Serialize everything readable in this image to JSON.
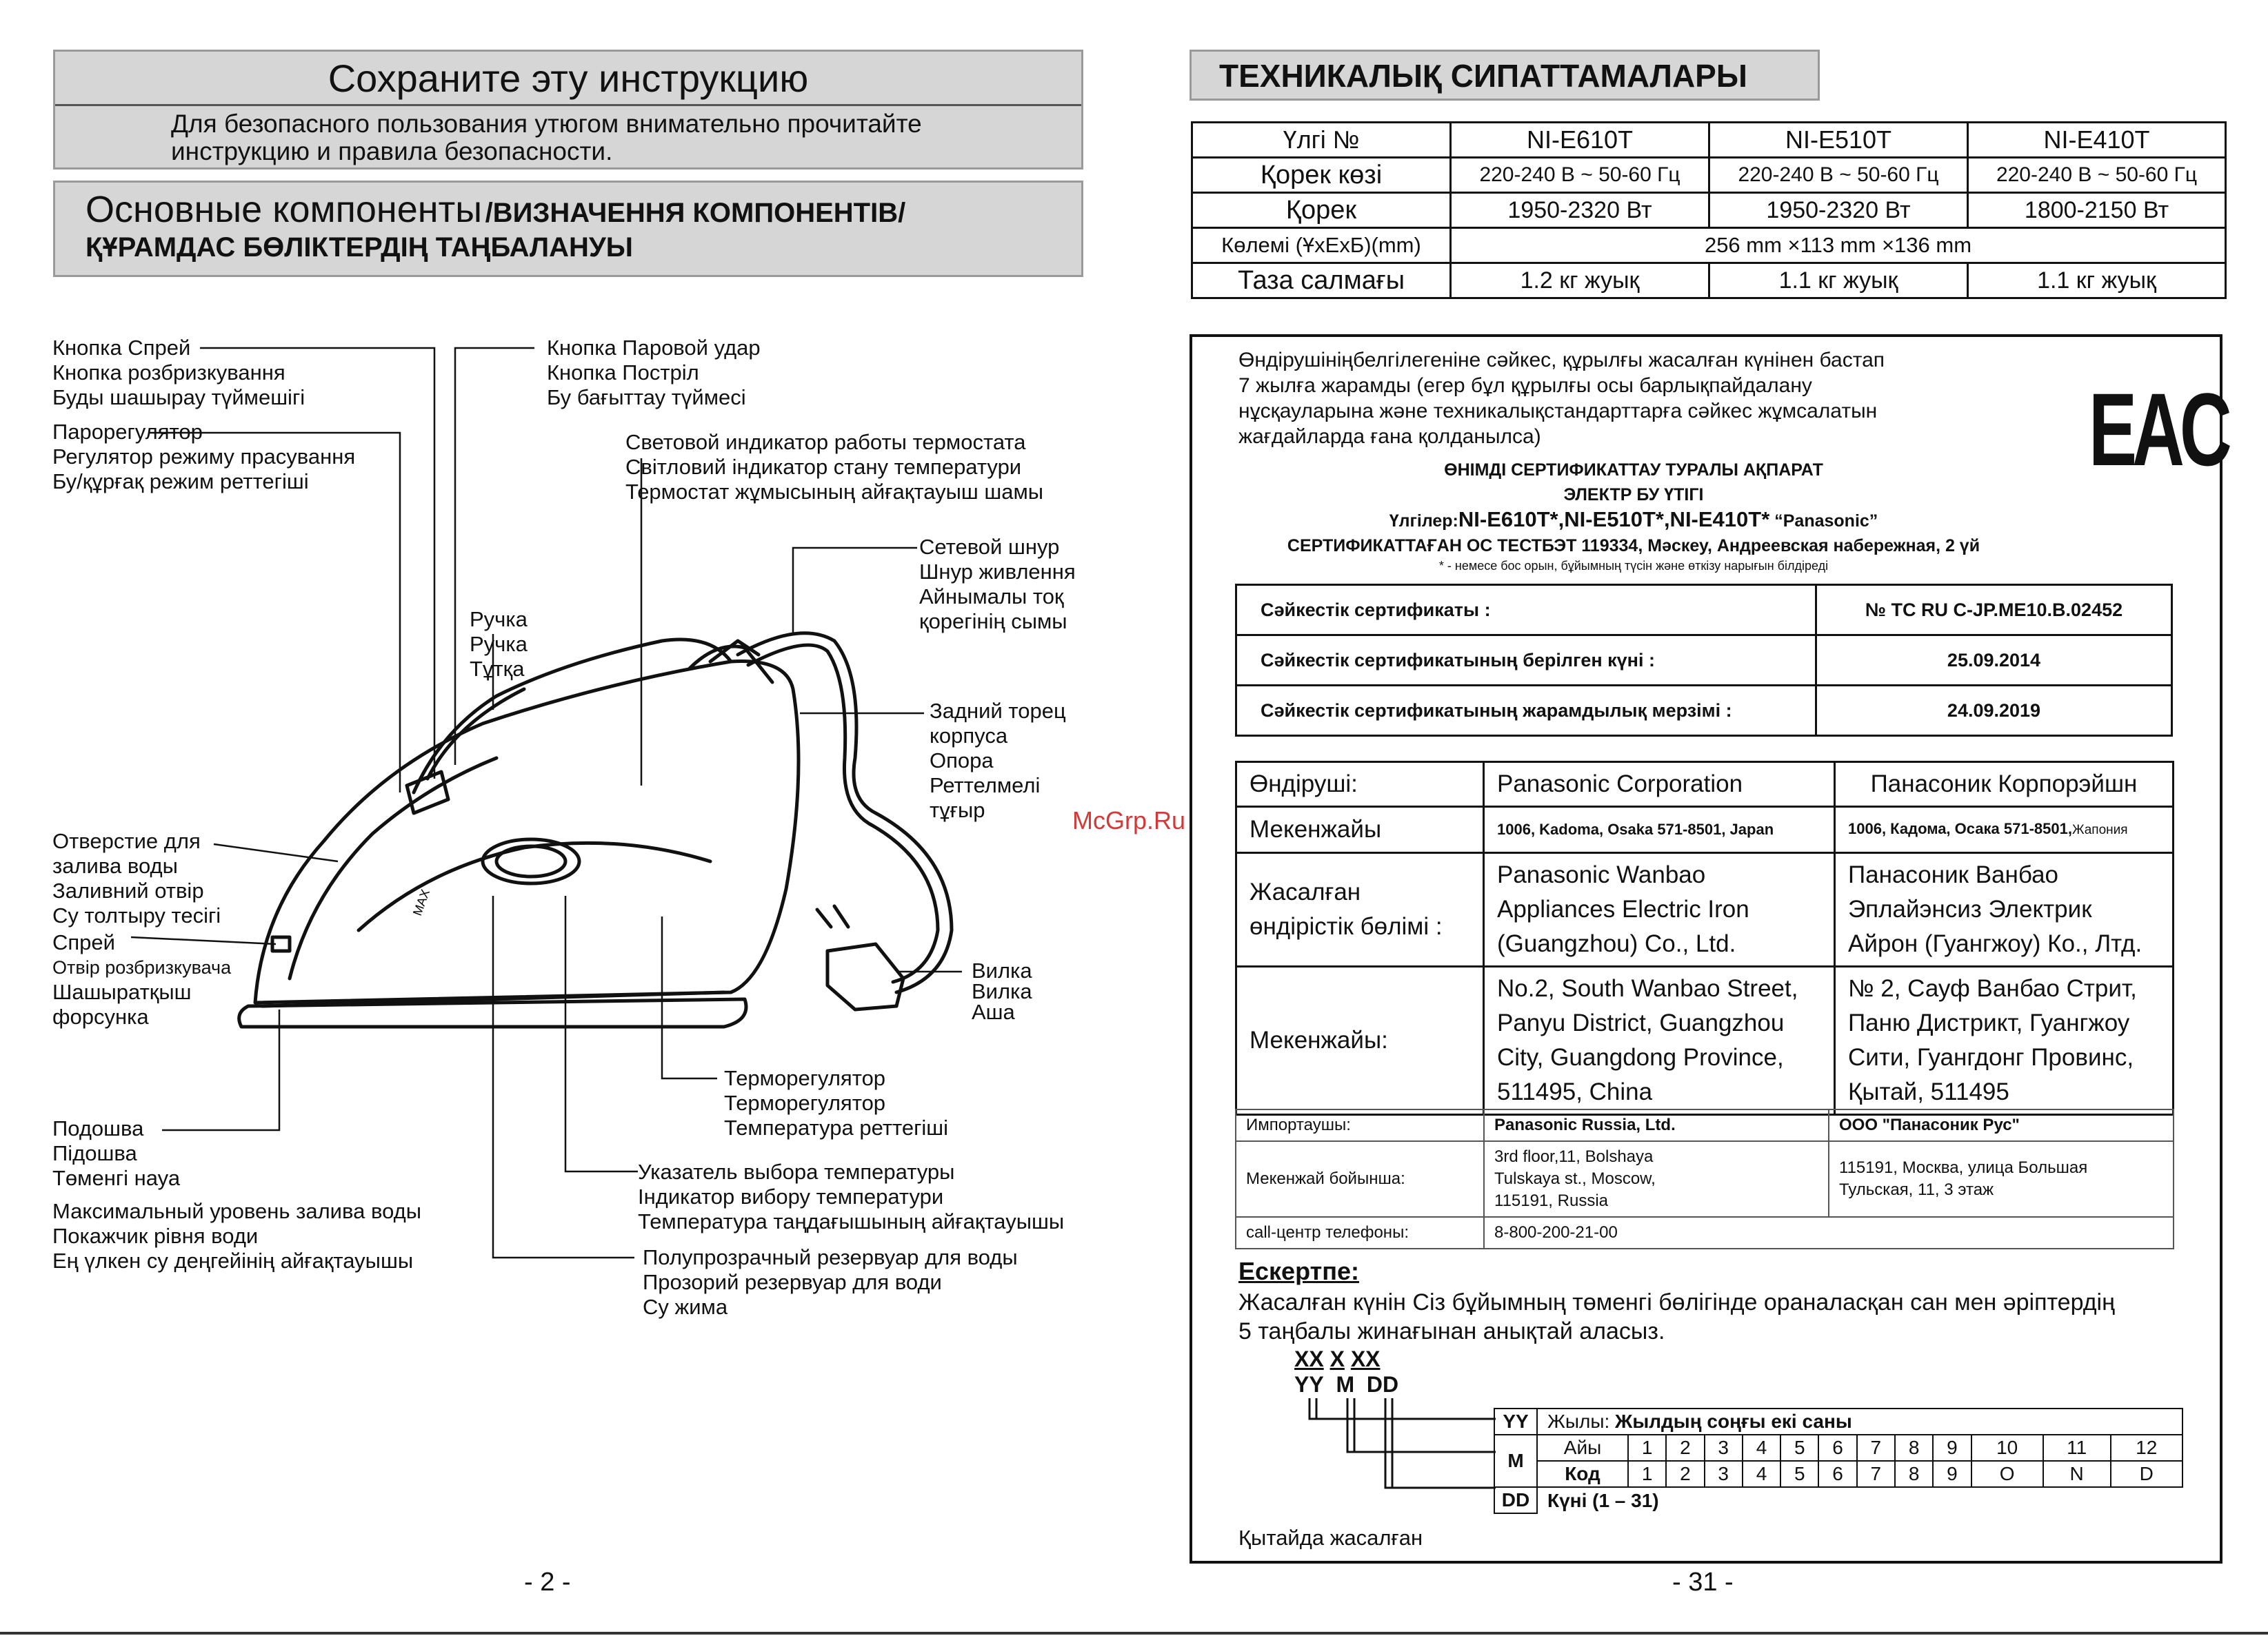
{
  "left": {
    "header_title": "Сохраните эту инструкцию",
    "header_text": [
      "Для безопасного пользования утюгом внимательно прочитайте",
      "инструкцию и правила безопасности."
    ],
    "section_title_a": "Основные компоненты",
    "section_title_b": "/ВИЗНАЧЕННЯ КОМПОНЕНТІВ/",
    "section_title_c": "ҚҰРАМДАС БӨЛІКТЕРДІҢ ТАҢБАЛАНУЫ",
    "labels": {
      "spray_button": [
        "Кнопка Спрей",
        "Кнопка розбризкування",
        "Буды шашырау түймешігі"
      ],
      "steam_regulator": [
        "Парорегулятор",
        "Регулятор режиму прасування",
        "Бу/құрғақ режим реттегіші"
      ],
      "burst_button": [
        "Кнопка Паровой удар",
        "Кнопка Постріл",
        "Бу бағыттау түймесі"
      ],
      "thermostat_light": [
        "Световой индикатор работы термостата",
        "Світловий індикатор стану температури",
        "Термостат жұмысының айғақтауыш шамы"
      ],
      "cord": [
        "Сетевой шнур",
        "Шнур живлення",
        "Айнымалы тоқ",
        "қорегінің сымы"
      ],
      "handle": [
        "Ручка",
        "Ручка",
        "Тұтқа"
      ],
      "heel_rest": [
        "Задний торец",
        "корпуса",
        "Опора",
        "Реттелмелі",
        "тұғыр"
      ],
      "fill_hole": [
        "Отверстие для",
        "залива воды",
        "Заливний отвір",
        "Су толтыру тесігі"
      ],
      "spray_nozzle": [
        "Спрей",
        "Отвір розбризкувача",
        "Шашыратқыш",
        "форсунка"
      ],
      "plug": [
        "Вилка",
        "Вилка",
        "Аша"
      ],
      "temp_dial": [
        "Терморегулятор",
        "Терморегулятор",
        "Температура реттегіші"
      ],
      "soleplate": [
        "Подошва",
        "Підошва",
        "Төменгі науа"
      ],
      "temp_indicator": [
        "Указатель выбора температуры",
        "Індикатор вибору температури",
        "Температура таңдағышының айғақтауышы"
      ],
      "max_level": [
        "Максимальный уровень залива воды",
        "Покажчик рівня води",
        "Ең үлкен су деңгейінің айғақтауышы"
      ],
      "tank": [
        "Полупрозрачный резервуар для воды",
        "Прозорий резервуар для води",
        "Су жима"
      ]
    },
    "dial_mark": "MAX",
    "page_number": "- 2 -"
  },
  "right": {
    "title": "ТЕХНИКАЛЫҚ СИПАТТАМАЛАРЫ",
    "spec_table": {
      "header": [
        "Үлгі №",
        "NI-E610T",
        "NI-E510T",
        "NI-E410T"
      ],
      "rows": [
        [
          "Қорек көзі",
          "220-240 В ~   50-60 Гц",
          "220-240 В ~   50-60 Гц",
          "220-240 В ~   50-60 Гц"
        ],
        [
          "Қорек",
          "1950-2320 Вт",
          "1950-2320 Вт",
          "1800-2150 Вт"
        ]
      ],
      "size_label": "Көлемі (ҰxЕxБ)(mm)",
      "size_value": "256 mm ×113 mm ×136 mm",
      "weight_row": [
        "Таза салмағы",
        "1.2 кг жуық",
        "1.1 кг жуық",
        "1.1 кг жуық"
      ]
    },
    "warranty_text": [
      "Өндірушініңбелгілегеніне сәйкес, құрылғы жасалған күнінен бастап",
      "7 жылға жарамды (егер бұл құрылғы осы барлықпайдалану",
      "нұсқауларына және техникалықстандарттарға сәйкес жұмсалатын",
      "жағдайларда ғана қолданылса)"
    ],
    "eac_logo": "EAC",
    "cert_heading": [
      "ӨНІМДІ СЕРТИФИКАТТАУ ТУРАЛЫ АҚПАРАТ",
      "ЭЛЕКТР БУ ҮТІГІ"
    ],
    "models_line_a": "Үлгілер:",
    "models_line_b": "NI-E610T*,NI-E510T*,NI-E410T*",
    "models_line_c": "“Panasonic”",
    "cert_org": "СЕРТИФИКАТТАҒАН ОС ТЕСТБЭТ 119334, Мәскеу, Андреевская набережная, 2 үй",
    "footnote": "* - немесе бос орын, бұйымның түсін және өткізу нарығын білдіреді",
    "cert_table": [
      [
        "Сәйкестік сертификаты :",
        "№ ТС RU C-JP.ME10.B.02452"
      ],
      [
        "Сәйкестік сертификатының берілген күні :",
        "25.09.2014"
      ],
      [
        "Сәйкестік сертификатының жарамдылық мерзімі :",
        "24.09.2019"
      ]
    ],
    "mfg_table": {
      "r1": [
        "Өндіруші:",
        "Panasonic Corporation",
        "Панасоник Корпорэйшн"
      ],
      "r2": [
        "Мекенжайы",
        "1006, Kadoma, Osaka 571-8501, Japan",
        "1006, Кадома, Осака 571-8501,",
        "Жапония"
      ],
      "r3_label": [
        "Жасалған",
        "өндірістік бөлімі :"
      ],
      "r3_en": [
        "Panasonic Wanbao",
        "Appliances Electric Iron",
        "(Guangzhou) Co., Ltd."
      ],
      "r3_ru": [
        "Панасоник Ванбао",
        "Эплайэнсиз Электрик",
        "Айрон (Гуангжоу) Ко., Лтд."
      ],
      "r4_label": "Мекенжайы:",
      "r4_en": [
        "No.2, South Wanbao Street,",
        "Panyu District, Guangzhou",
        "City, Guangdong Province,",
        "511495, China"
      ],
      "r4_ru": [
        "№ 2, Сауф Ванбао Стрит,",
        "Паню Дистрикт, Гуангжоу",
        "Сити, Гуангдонг Провинс,",
        "Қытай, 511495"
      ]
    },
    "importer_table": {
      "r1": [
        "Импортаушы:",
        "Panasonic Russia, Ltd.",
        "ООО \"Панасоник Рус\""
      ],
      "r2_label": "Мекенжай бойынша:",
      "r2_en": [
        "3rd floor,11, Bolshaya",
        "Tulskaya st., Moscow,",
        "115191, Russia"
      ],
      "r2_ru": [
        "115191, Москва, улица Большая",
        "Тульская, 11, 3 этаж"
      ],
      "r3": [
        "call-центр телефоны:",
        "8-800-200-21-00"
      ]
    },
    "note_title": "Ескертпе:",
    "note_text": [
      "Жасалған күнін Сіз бұйымның төменгі бөлігінде ораналасқан сан мен әріптердің",
      "5 таңбалы жинағынан анықтай аласыз."
    ],
    "code_top": [
      "XX",
      "X",
      "XX"
    ],
    "code_bottom": [
      "YY",
      "M",
      "DD"
    ],
    "yy_label": "YY",
    "yy_text_a": "Жылы:",
    "yy_text_b": "Жылдың соңғы екі саны",
    "m_label": "M",
    "month_row_label": "Айы",
    "code_row_label": "Код",
    "months": [
      "1",
      "2",
      "3",
      "4",
      "5",
      "6",
      "7",
      "8",
      "9",
      "10",
      "11",
      "12"
    ],
    "codes": [
      "1",
      "2",
      "3",
      "4",
      "5",
      "6",
      "7",
      "8",
      "9",
      "O",
      "N",
      "D"
    ],
    "dd_label": "DD",
    "dd_text": "Күні (1 – 31)",
    "made_in": "Қытайда жасалған",
    "page_number": "- 31 -",
    "watermark": "McGrp.Ru"
  }
}
